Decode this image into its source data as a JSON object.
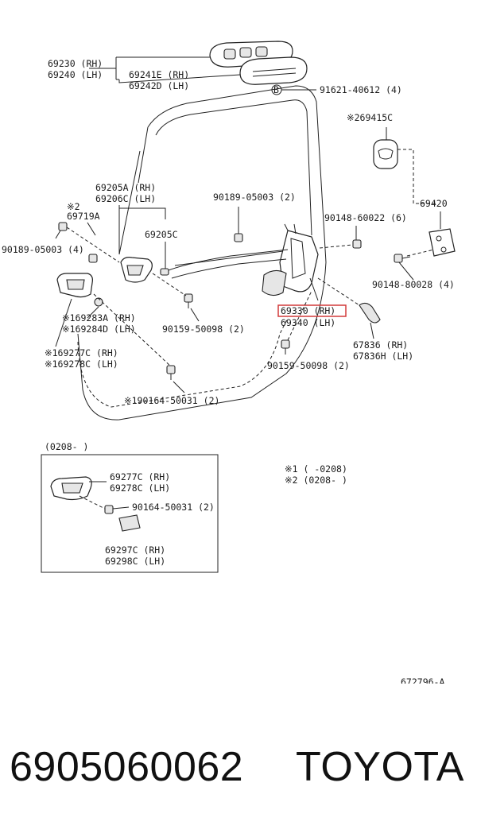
{
  "labels": {
    "l69230": "69230 (RH)",
    "l69240": "69240 (LH)",
    "l69241E": "69241E (RH)",
    "l69242D": "69242D (LH)",
    "lB": "B",
    "l91621": "91621-40612 (4)",
    "l69415C": "※269415C",
    "l69205A": "69205A (RH)",
    "l69206C": "69206C (LH)",
    "l90189a": "90189-05003 (2)",
    "l90148a": "90148-60022 (6)",
    "l69420": "69420",
    "lx2": "※2",
    "l69719A": "69719A",
    "l69205C": "69205C",
    "l90189b": "90189-05003 (4)",
    "l90148b": "90148-80028 (4)",
    "l69330": "69330 (RH)",
    "l69340": "69340 (LH)",
    "l169283A": "※169283A (RH)",
    "l169284D": "※169284D (LH)",
    "l90159a": "90159-50098 (2)",
    "l67836": "67836   (RH)",
    "l67836H": "67836H (LH)",
    "l169277C": "※169277C (RH)",
    "l169278C": "※169278C (LH)",
    "l90159b": "90159-50098 (2)",
    "l190164": "※190164-50031 (2)",
    "linset": "(0208-     )",
    "l69277C": "69277C (RH)",
    "l69278C": "69278C (LH)",
    "l90164": "90164-50031 (2)",
    "l69297C": "69297C (RH)",
    "l69298C": "69298C (LH)",
    "lnote1": "※1  (       -0208)",
    "lnote2": "※2  (0208-        )",
    "lref": "672796-A"
  },
  "highlight": {
    "part": "69330 (RH)",
    "color": "#d23a3a"
  },
  "footer": {
    "part_number": "6905060062",
    "brand": "TOYOTA"
  }
}
